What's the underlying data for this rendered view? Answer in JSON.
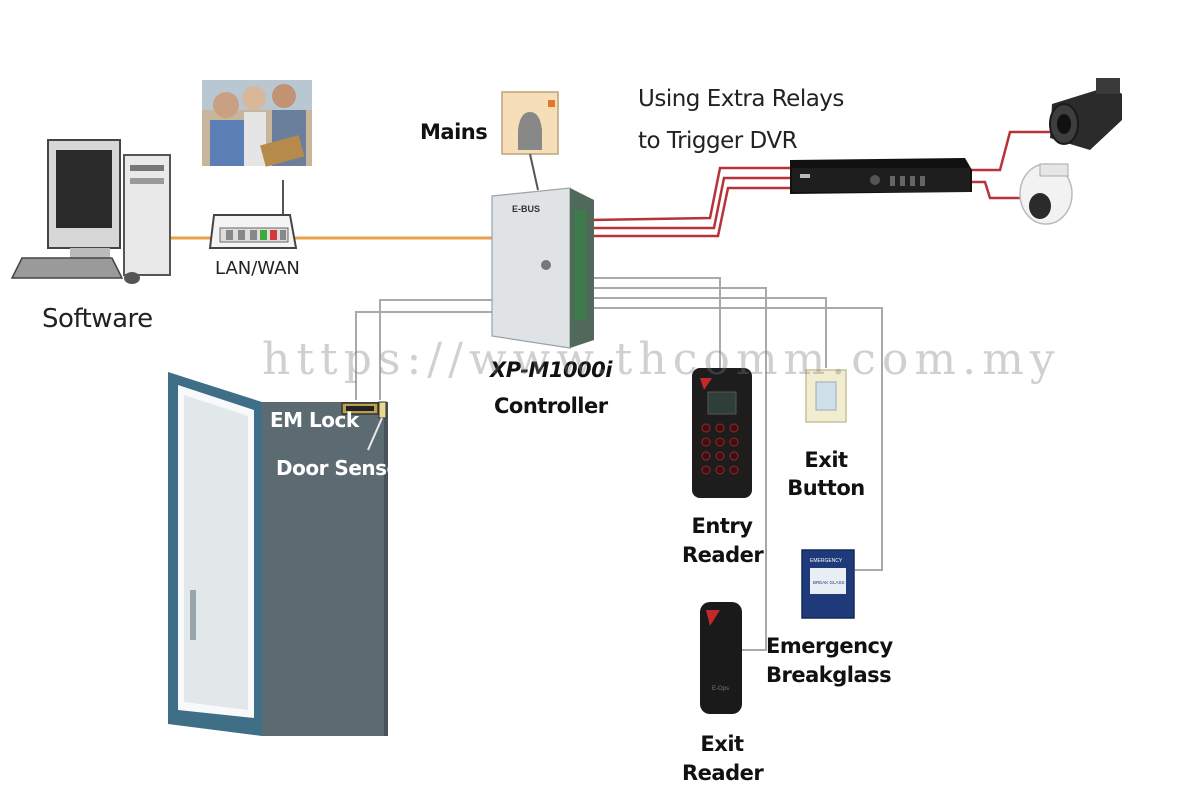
{
  "labels": {
    "software": "Software",
    "lan_wan": "LAN/WAN",
    "mains": "Mains",
    "relay_line1": "Using Extra Relays",
    "relay_line2": "to Trigger DVR",
    "controller_line1": "XP-M1000i",
    "controller_line2": "Controller",
    "em_lock": "EM Lock",
    "door_sensor": "Door Sensor",
    "entry_reader_line1": "Entry",
    "entry_reader_line2": "Reader",
    "exit_reader_line1": "Exit",
    "exit_reader_line2": "Reader",
    "exit_button_line1": "Exit",
    "exit_button_line2": "Button",
    "breakglass_line1": "Emergency",
    "breakglass_line2": "Breakglass"
  },
  "watermark": "https://www.thcomm.com.my",
  "device_text": {
    "controller_brand": "E-BUS",
    "reader_brand": "E-Ops",
    "breakglass_sign": "EMERGENCY",
    "breakglass_sign2": "BREAK GLASS"
  },
  "colors": {
    "lan_line": "#e8a04a",
    "dvr_line": "#b8323a",
    "wiring_line": "#a9a9a9",
    "door_panel": "#5c6b72",
    "door_frame": "#3f6f86"
  }
}
